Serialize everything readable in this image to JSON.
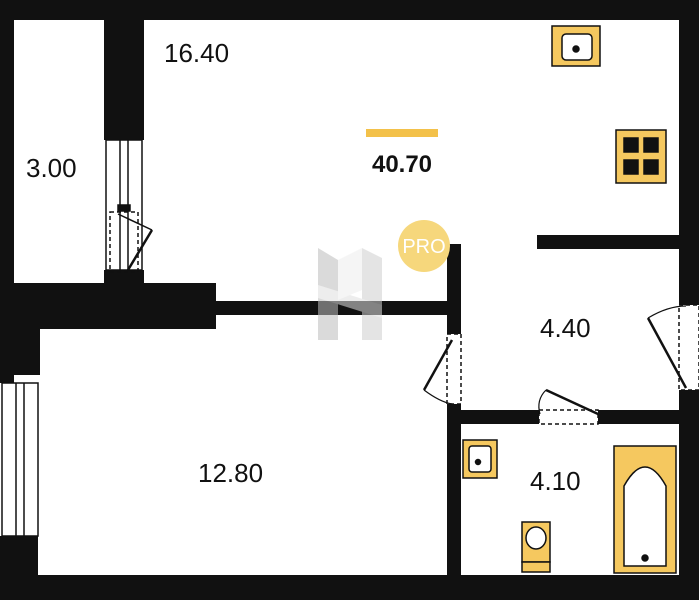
{
  "plan": {
    "total_area": "40.70",
    "rooms": {
      "kitchen_living": {
        "area": "16.40"
      },
      "balcony": {
        "area": "3.00"
      },
      "bedroom": {
        "area": "12.80"
      },
      "hallway": {
        "area": "4.40"
      },
      "bathroom": {
        "area": "4.10"
      }
    },
    "badge": {
      "text": "PRO"
    }
  },
  "colors": {
    "wall": "#111111",
    "fixture_fill": "#f5c85f",
    "accent": "#f3c14a",
    "badge": "#f6d77c",
    "watermark": "#d8d8d8"
  }
}
